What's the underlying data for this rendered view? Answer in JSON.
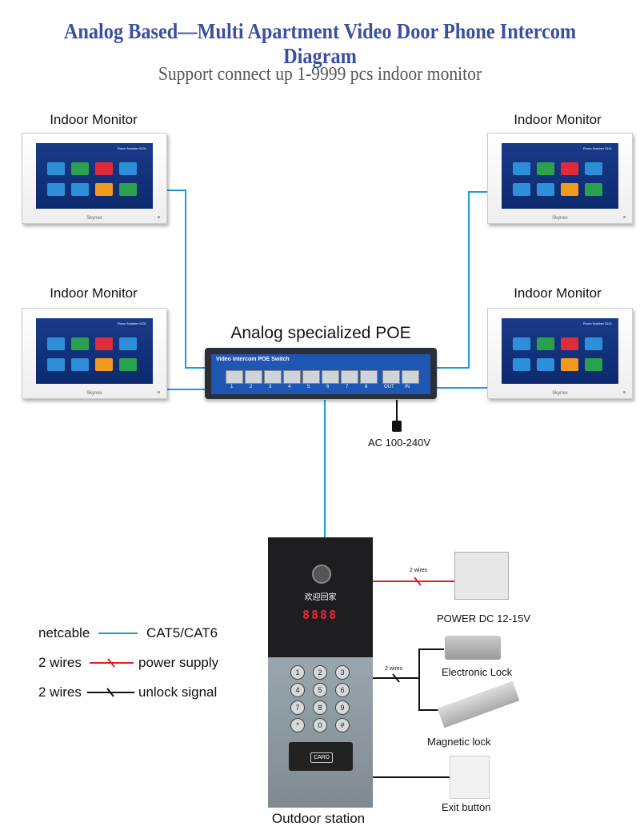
{
  "title": "Analog Based—Multi Apartment Video Door Phone Intercom Diagram",
  "subtitle": "Support connect up 1-9999 pcs indoor monitor",
  "monitors": [
    {
      "label": "Indoor Monitor"
    },
    {
      "label": "Indoor Monitor"
    },
    {
      "label": "Indoor Monitor"
    },
    {
      "label": "Indoor Monitor"
    }
  ],
  "monitor_brand": "Skynex",
  "room_number": "Room Number  0101",
  "switch": {
    "heading": "Analog specialized POE",
    "device_label": "Video Intercom POE Switch",
    "ports": [
      "1",
      "2",
      "3",
      "4",
      "5",
      "6",
      "7",
      "8",
      "OUT",
      "IN"
    ],
    "power_label": "AC 100-240V"
  },
  "outdoor": {
    "label": "Outdoor station",
    "welcome": "欢迎回家",
    "display": "8888",
    "keys": [
      "1",
      "2",
      "3",
      "4",
      "5",
      "6",
      "7",
      "8",
      "9",
      "*",
      "0",
      "#"
    ],
    "card": "CARD"
  },
  "devices": {
    "power": "POWER DC 12-15V",
    "wire_note_power": "2 wires",
    "wire_note_lock": "2 wires",
    "e_lock": "Electronic Lock",
    "m_lock": "Magnetic lock",
    "exit": "Exit button"
  },
  "legend": [
    {
      "left": "netcable",
      "right": "CAT5/CAT6",
      "color": "#1e9bd7"
    },
    {
      "left": "2 wires",
      "right": "power supply",
      "color": "#e41e1e"
    },
    {
      "left": "2 wires",
      "right": "unlock signal",
      "color": "#111111"
    }
  ],
  "colors": {
    "net": "#1e9bd7",
    "power": "#e41e1e",
    "signal": "#111111"
  }
}
